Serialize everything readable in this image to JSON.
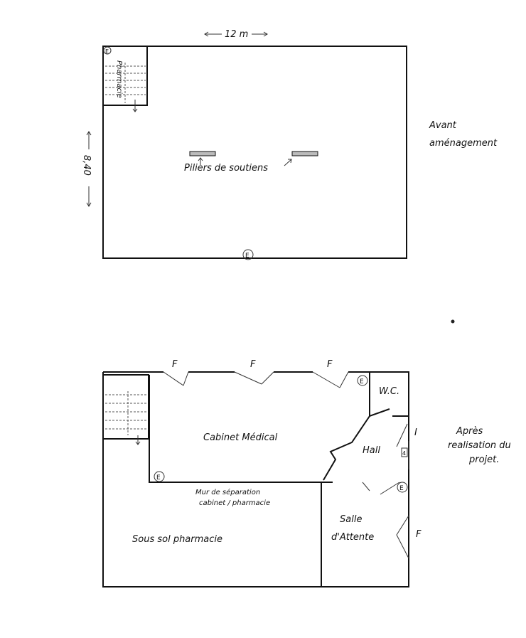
{
  "before": {
    "width_dimension": "12 m",
    "height_dimension": "8,40",
    "stair_label": "Pharmacie",
    "pillars_label": "Piliers de soutiens",
    "caption_line1": "Avant",
    "caption_line2": "aménagement",
    "entrance_marker": "E"
  },
  "after": {
    "window_label": "F",
    "entrance_marker": "E",
    "rooms": {
      "cabinet": "Cabinet Médical",
      "wc": "W.C.",
      "hall": "Hall",
      "salle_line1": "Salle",
      "salle_line2": "d'Attente",
      "sous_sol": "Sous sol pharmacie"
    },
    "wall_label_line1": "Mur de séparation",
    "wall_label_line2": "cabinet / pharmacie",
    "entrance_i": "I",
    "box_label": "4",
    "caption_line1": "Après",
    "caption_line2": "realisation du",
    "caption_line3": "projet."
  }
}
